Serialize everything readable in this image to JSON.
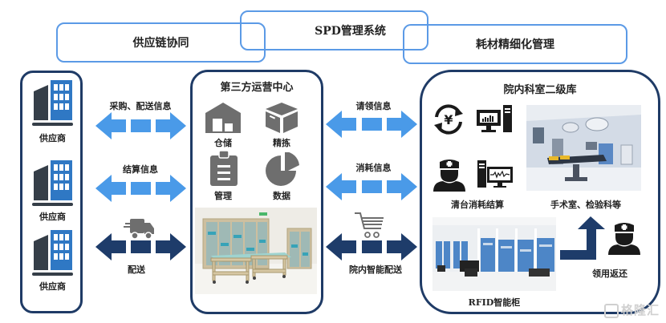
{
  "header": {
    "supply_chain": "供应链协同",
    "spd_system": "SPD管理系统",
    "consumables": "耗材精细化管理"
  },
  "suppliers": {
    "items": [
      {
        "label": "供应商",
        "icon": "office-building-icon"
      },
      {
        "label": "供应商",
        "icon": "office-building-icon"
      },
      {
        "label": "供应商",
        "icon": "office-building-icon"
      }
    ]
  },
  "left_flows": [
    {
      "label": "采购、配送信息",
      "style": "light"
    },
    {
      "label": "结算信息",
      "style": "light"
    },
    {
      "label": "配送",
      "style": "dark",
      "icon": "delivery-truck-icon"
    }
  ],
  "center": {
    "title": "第三方运营中心",
    "functions": [
      {
        "label": "仓储",
        "icon": "warehouse-icon"
      },
      {
        "label": "精拣",
        "icon": "box-icon"
      },
      {
        "label": "管理",
        "icon": "clipboard-icon"
      },
      {
        "label": "数据",
        "icon": "pie-chart-icon"
      }
    ]
  },
  "right_flows": [
    {
      "label": "请领信息",
      "style": "light"
    },
    {
      "label": "消耗信息",
      "style": "light"
    },
    {
      "label": "院内智能配送",
      "style": "dark",
      "icon": "shopping-cart-icon"
    }
  ],
  "hospital": {
    "title": "院内科室二级库",
    "settlement_label": "清台消耗结算",
    "operating_room_label": "手术室、检验科等",
    "rfid_label": "RFID智能柜",
    "return_label": "领用返还"
  },
  "colors": {
    "light_arrow": "#4a9ae8",
    "dark_arrow": "#1e3c6a",
    "panel_border": "#1f3b66",
    "top_box_border": "#5b9ae6",
    "icon_gray": "#6e6e6e"
  },
  "watermark": "格隆汇"
}
